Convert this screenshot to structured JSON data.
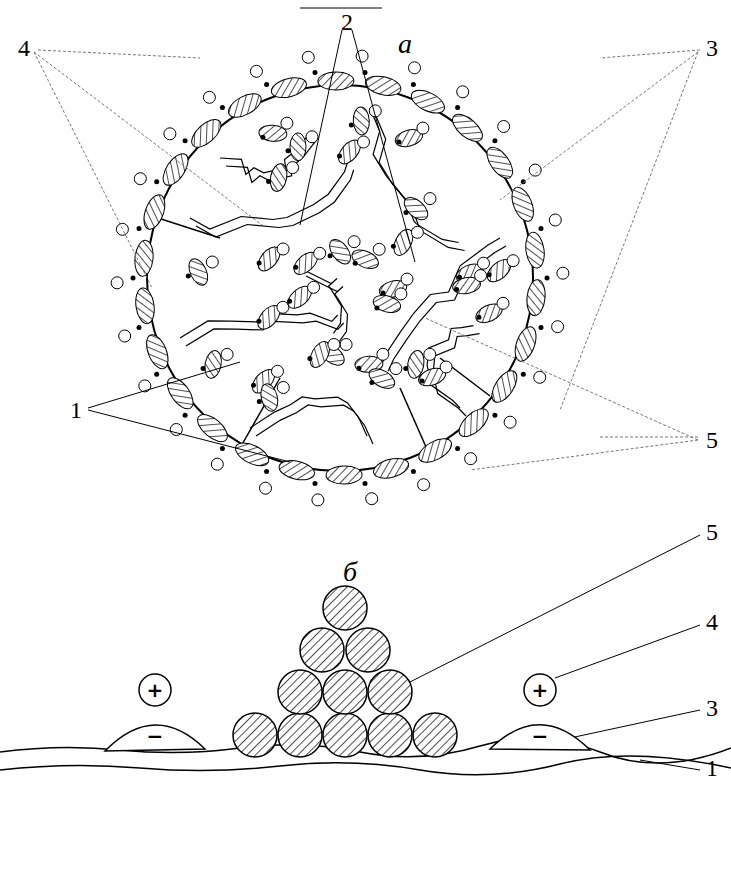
{
  "diagram": {
    "labels": [
      "2",
      "а",
      "4",
      "3",
      "1",
      "5",
      "б",
      "5",
      "4",
      "3",
      "1",
      "+",
      "−",
      "+",
      "−"
    ]
  }
}
